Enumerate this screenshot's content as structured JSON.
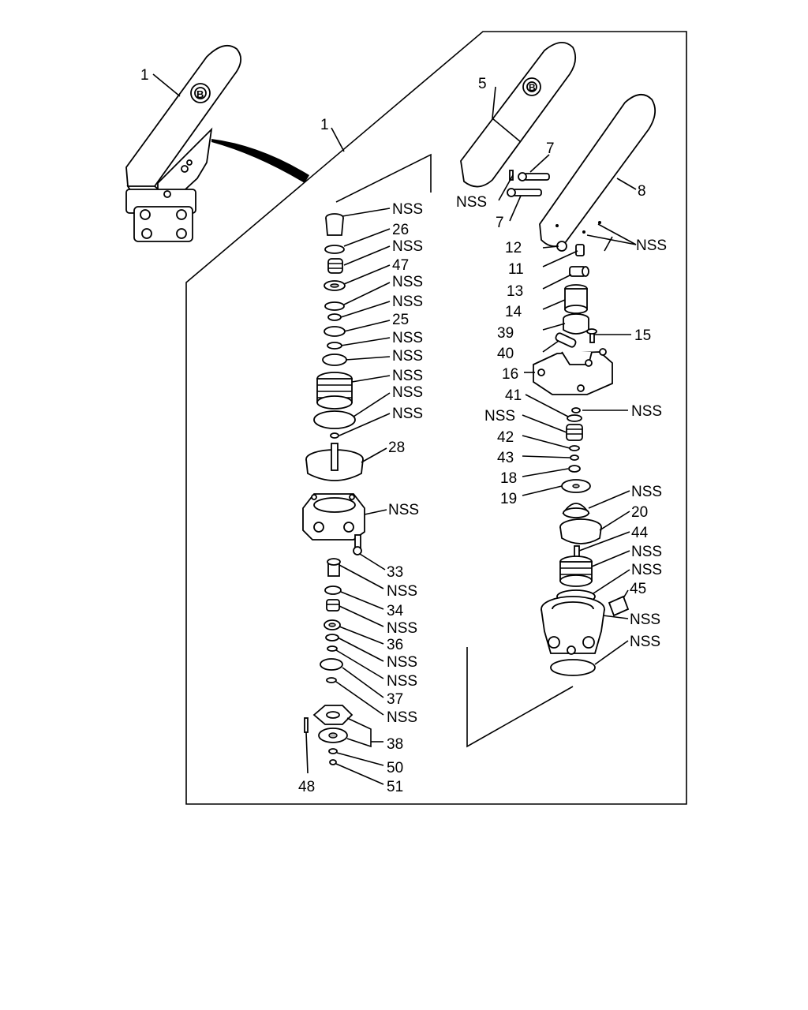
{
  "diagram": {
    "brand_mark": "B",
    "labels": {
      "l1": "1",
      "l1b": "1",
      "l5": "5",
      "l7a": "7",
      "l7b": "7",
      "l8": "8",
      "l11": "11",
      "l12": "12",
      "l13": "13",
      "l14": "14",
      "l15": "15",
      "l16": "16",
      "l18": "18",
      "l19": "19",
      "l20": "20",
      "l25": "25",
      "l26": "26",
      "l28": "28",
      "l33": "33",
      "l34": "34",
      "l36": "36",
      "l37": "37",
      "l38": "38",
      "l39": "39",
      "l40": "40",
      "l41": "41",
      "l42": "42",
      "l43": "43",
      "l44": "44",
      "l45": "45",
      "l47": "47",
      "l48": "48",
      "l50": "50",
      "l51": "51"
    },
    "nss": "NSS"
  }
}
